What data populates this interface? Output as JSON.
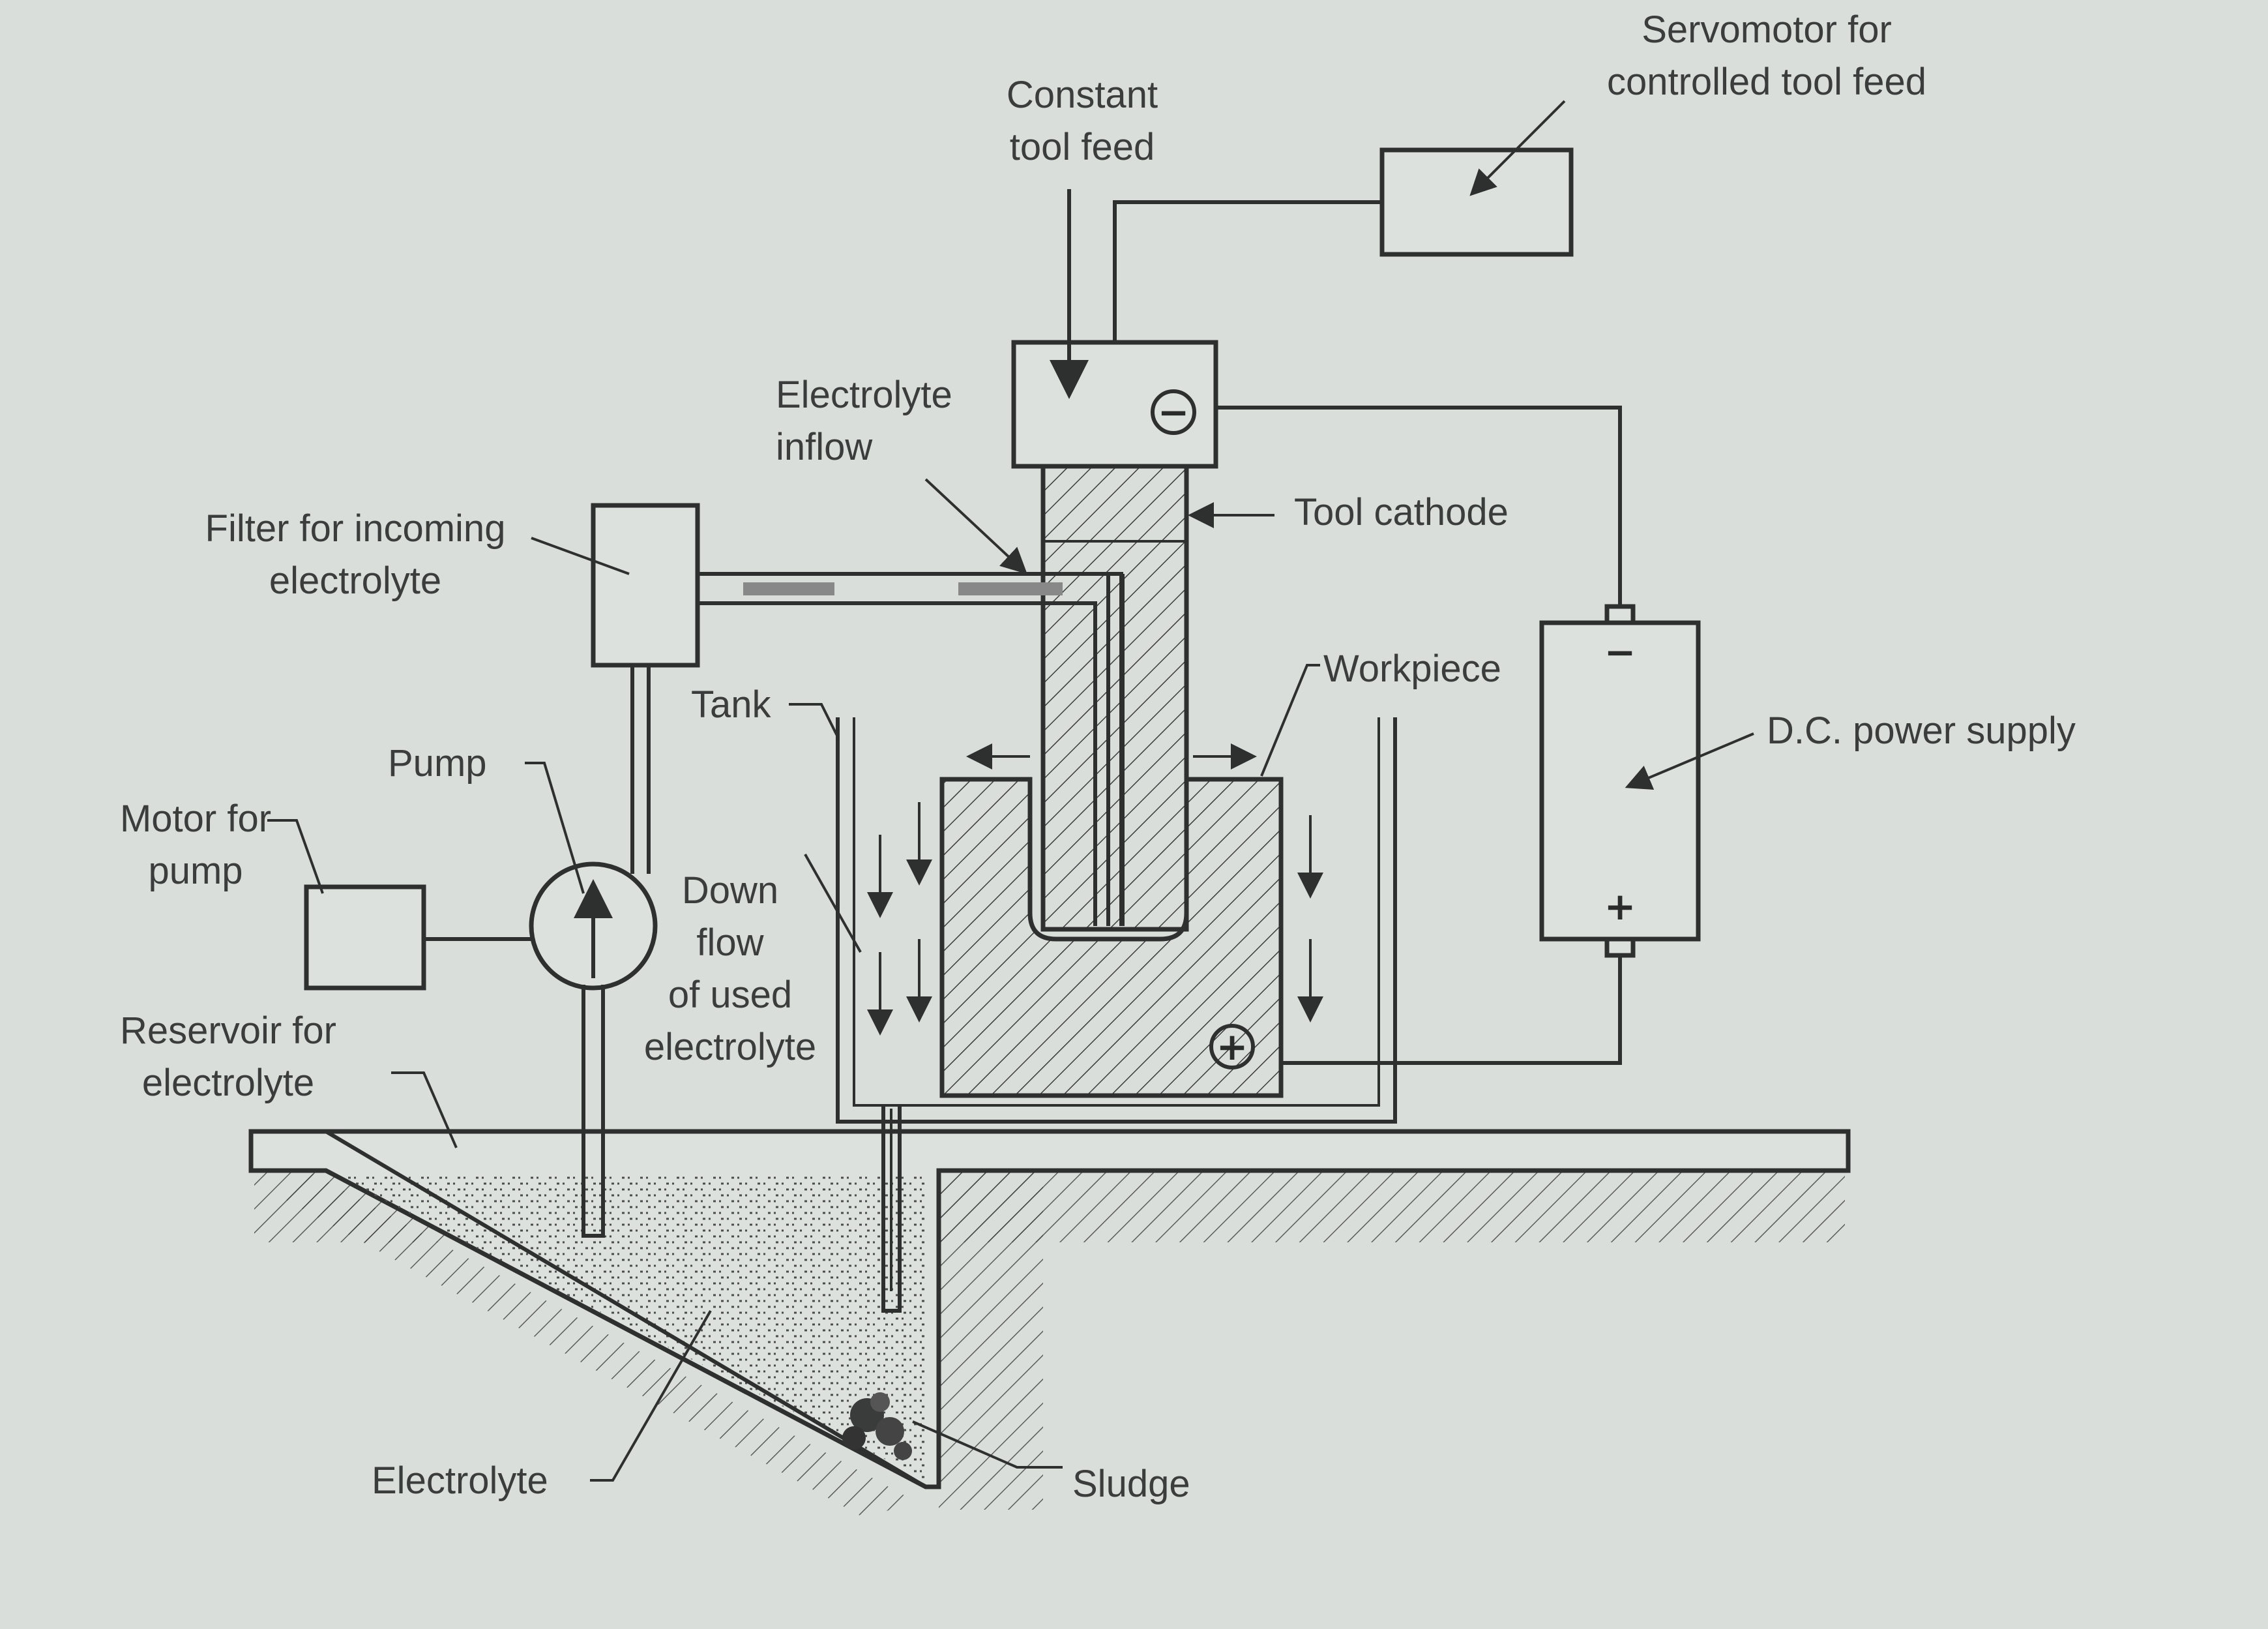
{
  "labels": {
    "servomotor": [
      "Servomotor for",
      "controlled tool feed"
    ],
    "constant_feed": [
      "Constant",
      "tool feed"
    ],
    "electrolyte_inflow": [
      "Electrolyte",
      "inflow"
    ],
    "tool_cathode": "Tool cathode",
    "filter": [
      "Filter for incoming",
      "electrolyte"
    ],
    "workpiece": "Workpiece",
    "tank": "Tank",
    "dc_power": "D.C. power supply",
    "pump": "Pump",
    "motor": [
      "Motor for",
      "pump"
    ],
    "down_flow": [
      "Down",
      "flow",
      "of used",
      "electrolyte"
    ],
    "reservoir": [
      "Reservoir for",
      "electrolyte"
    ],
    "electrolyte": "Electrolyte",
    "sludge": "Sludge"
  },
  "symbols": {
    "minus": "−",
    "plus": "+"
  }
}
